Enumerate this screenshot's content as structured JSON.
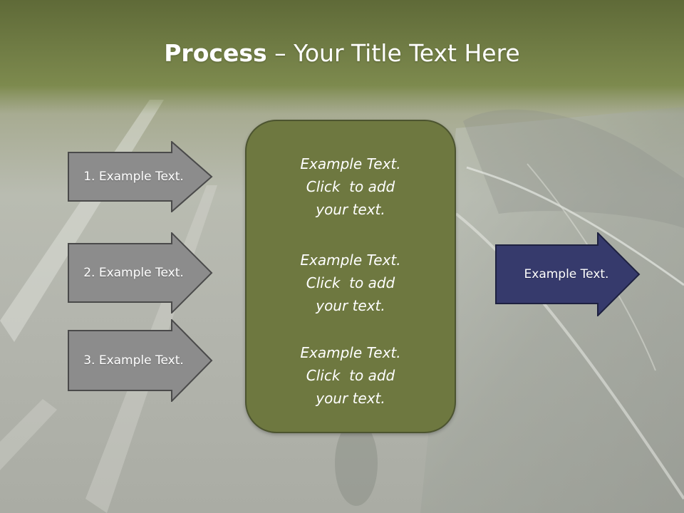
{
  "title": {
    "bold": "Process",
    "rest": " – Your Title Text Here"
  },
  "input_arrows": [
    {
      "label": "1. Example Text."
    },
    {
      "label": "2. Example Text."
    },
    {
      "label": "3. Example Text."
    }
  ],
  "center_box": {
    "blocks": [
      {
        "lines": [
          "Example Text.",
          "Click  to add",
          "your text."
        ]
      },
      {
        "lines": [
          "Example Text.",
          "Click  to add",
          "your text."
        ]
      },
      {
        "lines": [
          "Example Text.",
          "Click  to add",
          "your text."
        ]
      }
    ]
  },
  "output_arrow": {
    "label": "Example Text."
  },
  "colors": {
    "title_band": "#6f7a45",
    "center_box_fill": "#6e7840",
    "input_arrow_fill": "#8c8c8c",
    "output_arrow_fill": "#363a6c"
  }
}
